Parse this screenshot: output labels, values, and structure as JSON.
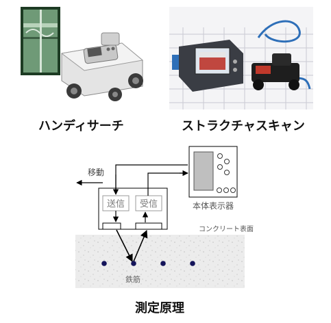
{
  "products": [
    {
      "name": "ハンディサーチ",
      "photo_icon": "handy-search-device-photo"
    },
    {
      "name": "ストラクチャスキャン",
      "photo_icon": "structure-scan-device-photo"
    }
  ],
  "diagram": {
    "title": "測定原理",
    "labels": {
      "move": "移動",
      "transmit": "送信",
      "receive": "受信",
      "display_unit": "本体表示器",
      "concrete_surface": "コンクリート表面",
      "rebar": "鉄筋"
    },
    "rebar_count": 4,
    "colors": {
      "line": "#000000",
      "box_text": "#7a7a7a",
      "rebar": "#14145a",
      "concrete": "#ececec"
    }
  }
}
